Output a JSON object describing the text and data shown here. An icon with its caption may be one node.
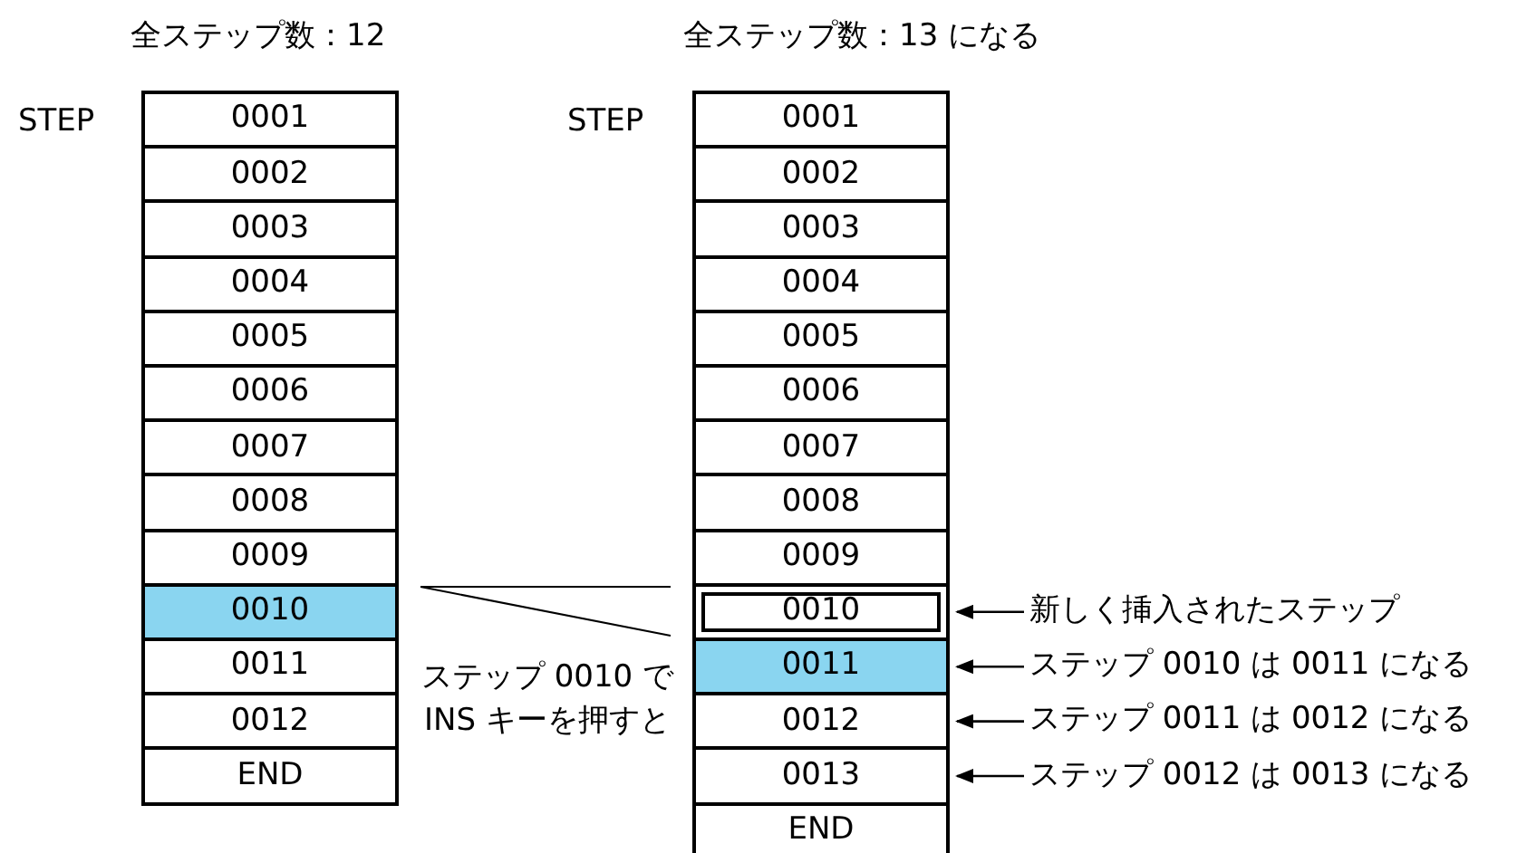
{
  "diagram": {
    "nodes": [
      {
        "text": [
          "0001"
        ]
      },
      {
        "text": [
          "0002"
        ]
      },
      {
        "text": [
          "0003"
        ]
      },
      {
        "text": [
          "0004"
        ]
      },
      {
        "text": [
          "0005"
        ]
      },
      {
        "text": [
          "0006"
        ]
      },
      {
        "text": [
          "0007"
        ]
      },
      {
        "text": [
          "0008"
        ]
      },
      {
        "text": [
          "0009"
        ]
      },
      {
        "text": [
          "0010"
        ]
      },
      {
        "text": [
          "0011"
        ]
      },
      {
        "text": [
          "0012"
        ]
      },
      {
        "text": [
          "END"
        ]
      },
      {
        "text": [
          "0001"
        ]
      },
      {
        "text": [
          "0002"
        ]
      },
      {
        "text": [
          "0003"
        ]
      },
      {
        "text": [
          "0004"
        ]
      },
      {
        "text": [
          "0005"
        ]
      },
      {
        "text": [
          "0006"
        ]
      },
      {
        "text": [
          "0007"
        ]
      },
      {
        "text": [
          "0008"
        ]
      },
      {
        "text": [
          "0009"
        ]
      },
      {
        "text": [
          "0010"
        ]
      },
      {
        "text": [
          "0011"
        ]
      },
      {
        "text": [
          "0012"
        ]
      },
      {
        "text": [
          "0013"
        ]
      },
      {
        "text": [
          "END"
        ]
      },
      {
        "text": [
          "新しく挿入されたステップ"
        ]
      },
      {
        "text": [
          "ステップ 0010 は 0011 になる"
        ]
      },
      {
        "text": [
          "ステップ 0011 は 0012 になる"
        ]
      },
      {
        "text": [
          "ステップ 0012 は 0013 になる"
        ]
      }
    ],
    "edges": [
      {
        "from": 27,
        "to": 22,
        "arrow": "to"
      },
      {
        "from": 28,
        "to": 23,
        "arrow": "to"
      },
      {
        "from": 29,
        "to": 24,
        "arrow": "to"
      },
      {
        "from": 30,
        "to": 25,
        "arrow": "to"
      }
    ],
    "labels": [
      "全ステップ数：12",
      "全ステップ数：13 になる",
      "STEP",
      "STEP",
      "ステップ 0010 で INS キーを押すと"
    ]
  }
}
